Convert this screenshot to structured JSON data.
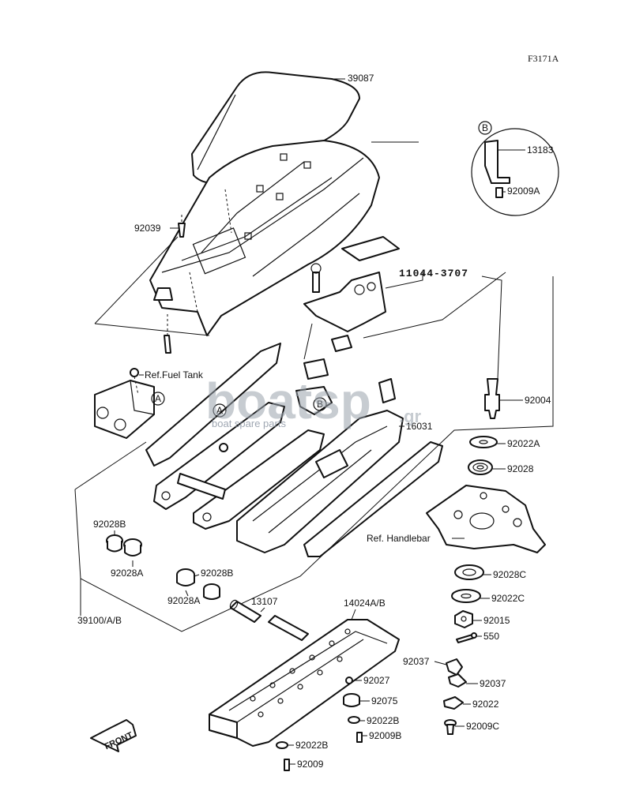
{
  "figure_code": "F3171A",
  "callout_code": "11044-3707",
  "watermark": {
    "brand": "boatsp",
    "tld": ".gr",
    "tagline": "boat spare parts"
  },
  "front_arrow": "FRONT",
  "labels": {
    "p39087": "39087",
    "p92039": "92039",
    "ref_fuel_tank": "Ref.Fuel Tank",
    "circle_a_1": "A",
    "circle_a_2": "A",
    "circle_b_1": "B",
    "circle_b_2": "B",
    "p13183": "13183",
    "p92009a": "92009A",
    "p92004": "92004",
    "p16031": "16031",
    "p92022a": "92022A",
    "p92028": "92028",
    "ref_handlebar": "Ref. Handlebar",
    "p92028c": "92028C",
    "p92022c": "92022C",
    "p92015": "92015",
    "p550": "550",
    "p92037_1": "92037",
    "p92037_2": "92037",
    "p92022": "92022",
    "p92009c": "92009C",
    "p92028b_1": "92028B",
    "p92028a_1": "92028A",
    "p92028b_2": "92028B",
    "p92028a_2": "92028A",
    "p39100": "39100/A/B",
    "p13107": "13107",
    "p14024": "14024A/B",
    "p92027": "92027",
    "p92075": "92075",
    "p92022b_1": "92022B",
    "p92009b": "92009B",
    "p92022b_2": "92022B",
    "p92009": "92009"
  }
}
